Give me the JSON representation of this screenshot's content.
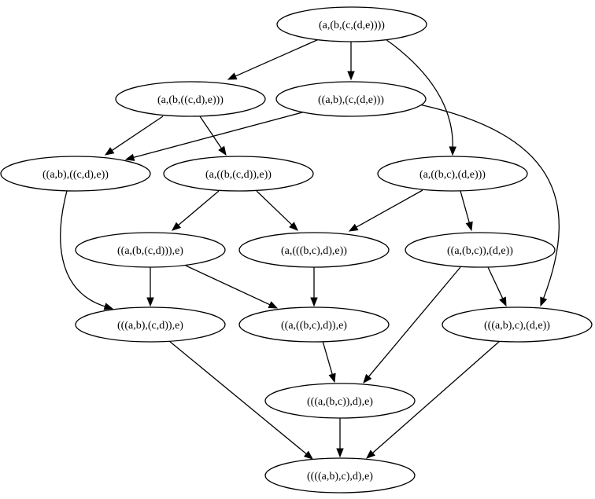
{
  "diagram": {
    "nodes": [
      {
        "id": "n0",
        "label": "(a,(b,(c,(d,e))))"
      },
      {
        "id": "n1",
        "label": "(a,(b,((c,d),e)))"
      },
      {
        "id": "n2",
        "label": "((a,b),(c,(d,e)))"
      },
      {
        "id": "n3",
        "label": "((a,b),((c,d),e))"
      },
      {
        "id": "n4",
        "label": "(a,((b,(c,d)),e))"
      },
      {
        "id": "n5",
        "label": "(a,((b,c),(d,e)))"
      },
      {
        "id": "n6",
        "label": "((a,(b,(c,d))),e)"
      },
      {
        "id": "n7",
        "label": "(a,(((b,c),d),e))"
      },
      {
        "id": "n8",
        "label": "((a,(b,c)),(d,e))"
      },
      {
        "id": "n9",
        "label": "(((a,b),(c,d)),e)"
      },
      {
        "id": "n10",
        "label": "((a,((b,c),d)),e)"
      },
      {
        "id": "n11",
        "label": "(((a,b),c),(d,e))"
      },
      {
        "id": "n12",
        "label": "(((a,(b,c)),d),e)"
      },
      {
        "id": "n13",
        "label": "((((a,b),c),d),e)"
      }
    ],
    "edges": [
      {
        "from": "n0",
        "to": "n1"
      },
      {
        "from": "n0",
        "to": "n2"
      },
      {
        "from": "n0",
        "to": "n5"
      },
      {
        "from": "n1",
        "to": "n3"
      },
      {
        "from": "n1",
        "to": "n4"
      },
      {
        "from": "n2",
        "to": "n3"
      },
      {
        "from": "n2",
        "to": "n11"
      },
      {
        "from": "n3",
        "to": "n9"
      },
      {
        "from": "n4",
        "to": "n6"
      },
      {
        "from": "n4",
        "to": "n7"
      },
      {
        "from": "n5",
        "to": "n7"
      },
      {
        "from": "n5",
        "to": "n8"
      },
      {
        "from": "n6",
        "to": "n9"
      },
      {
        "from": "n6",
        "to": "n10"
      },
      {
        "from": "n7",
        "to": "n10"
      },
      {
        "from": "n8",
        "to": "n11"
      },
      {
        "from": "n8",
        "to": "n12"
      },
      {
        "from": "n9",
        "to": "n13"
      },
      {
        "from": "n10",
        "to": "n12"
      },
      {
        "from": "n11",
        "to": "n13"
      },
      {
        "from": "n12",
        "to": "n13"
      }
    ]
  }
}
